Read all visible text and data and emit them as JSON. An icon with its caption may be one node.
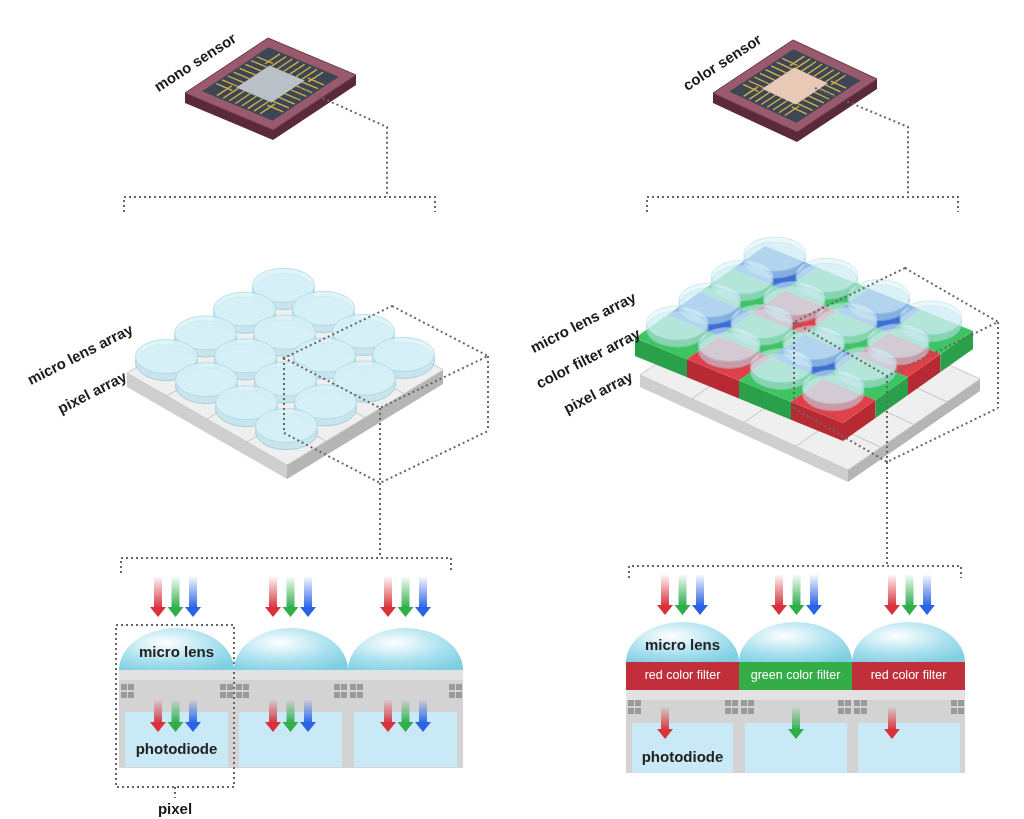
{
  "diagram": {
    "nodes": [
      {
        "text": [
          "micro lens"
        ]
      },
      {
        "text": [],
        "shape": "dome"
      },
      {
        "text": [],
        "shape": "dome"
      },
      {
        "text": [
          "photodiode"
        ]
      },
      {
        "text": [],
        "shape": "box"
      },
      {
        "text": [],
        "shape": "box"
      },
      {
        "text": [
          "micro lens"
        ]
      },
      {
        "text": [],
        "shape": "dome"
      },
      {
        "text": [],
        "shape": "dome"
      },
      {
        "text": [
          "red color filter"
        ]
      },
      {
        "text": [
          "green color filter"
        ]
      },
      {
        "text": [
          "red color filter"
        ]
      },
      {
        "text": [
          "photodiode"
        ]
      },
      {
        "text": [],
        "shape": "box"
      },
      {
        "text": [],
        "shape": "box"
      }
    ],
    "labels": [
      "mono sensor",
      "color sensor",
      "micro lens array",
      "pixel array",
      "micro lens array",
      "color filter array",
      "pixel array",
      "pixel"
    ]
  }
}
